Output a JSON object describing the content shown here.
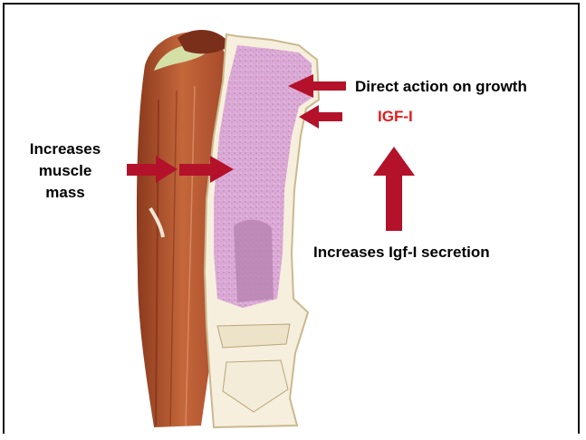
{
  "labels": {
    "direct_action": "Direct action on growth",
    "igf": "IGF-I",
    "muscle_line1": "Increases",
    "muscle_line2": "muscle",
    "muscle_line3": "mass",
    "secretion": "Increases Igf-I secretion"
  },
  "colors": {
    "arrow": "#b3122a",
    "igf_text": "#e41b1b",
    "muscle": "#b5532f",
    "bone_marrow": "#d9a7d1",
    "bone_outline": "#f3ead3"
  }
}
